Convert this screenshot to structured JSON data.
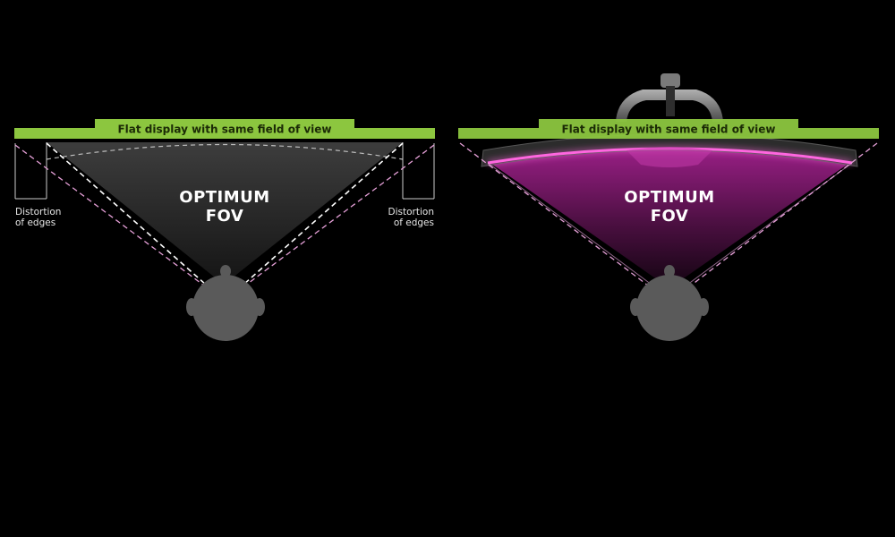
{
  "diagram": {
    "left_panel": {
      "bar_label": "Flat display with same field of view",
      "fov_line1": "OPTIMUM",
      "fov_line2": "FOV",
      "distortion_left_line1": "Distortion",
      "distortion_left_line2": "of edges",
      "distortion_right_line1": "Distortion",
      "distortion_right_line2": "of edges"
    },
    "right_panel": {
      "bar_label": "Flat display with same field of view",
      "fov_line1": "OPTIMUM",
      "fov_line2": "FOV"
    },
    "colors": {
      "background": "#000000",
      "flat_bar": "#8cc63f",
      "magenta_glow": "#e040c8",
      "head": "#5a5a5a",
      "dashed_pink": "#e6a0d8",
      "dashed_white": "#ffffff"
    },
    "icons": [
      "head-icon",
      "monitor-stand-icon"
    ]
  }
}
